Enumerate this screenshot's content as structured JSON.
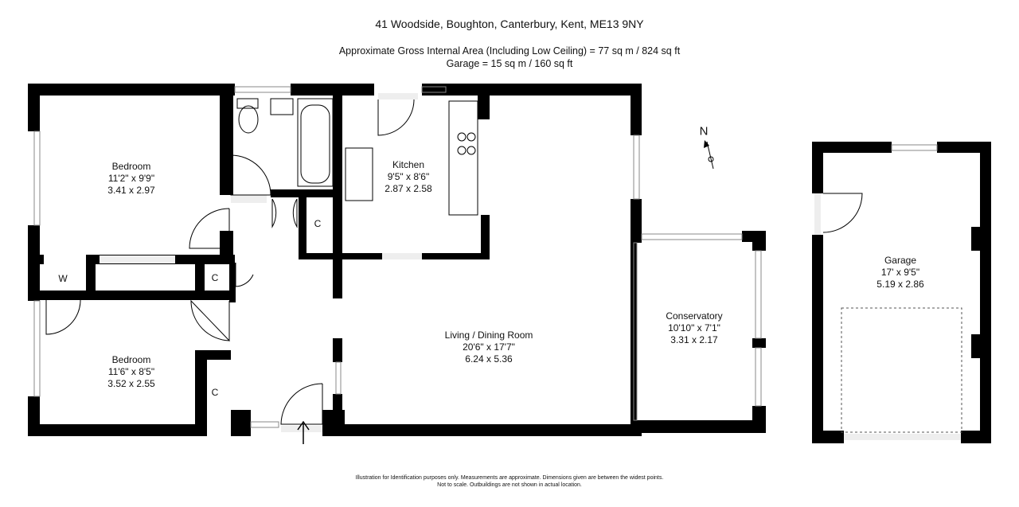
{
  "header": {
    "address": "41 Woodside, Boughton, Canterbury, Kent, ME13 9NY",
    "gross_area": "Approximate Gross Internal Area (Including Low Ceiling) =  77 sq m / 824 sq ft",
    "garage_area": "Garage = 15 sq m / 160 sq ft"
  },
  "rooms": [
    {
      "name": "Bedroom",
      "imperial": "11'2\" x 9'9\"",
      "metric": "3.41 x 2.97"
    },
    {
      "name": "Kitchen",
      "imperial": "9'5\" x 8'6\"",
      "metric": "2.87 x 2.58"
    },
    {
      "name": "Bedroom",
      "imperial": "11'6\" x 8'5\"",
      "metric": "3.52 x 2.55"
    },
    {
      "name": "Living / Dining Room",
      "imperial": "20'6\" x 17'7\"",
      "metric": "6.24 x 5.36"
    },
    {
      "name": "Conservatory",
      "imperial": "10'10\" x 7'1\"",
      "metric": "3.31 x 2.17"
    },
    {
      "name": "Garage",
      "imperial": "17' x 9'5\"",
      "metric": "5.19 x 2.86"
    }
  ],
  "cupboards": {
    "w": "W",
    "c": "C"
  },
  "compass": "N",
  "footer": {
    "line1": "Illustration for Identification purposes only.  Measurements are approximate. Dimensions given are between the widest points.",
    "line2": "Not to scale.  Outbuildings are not shown in actual location."
  }
}
